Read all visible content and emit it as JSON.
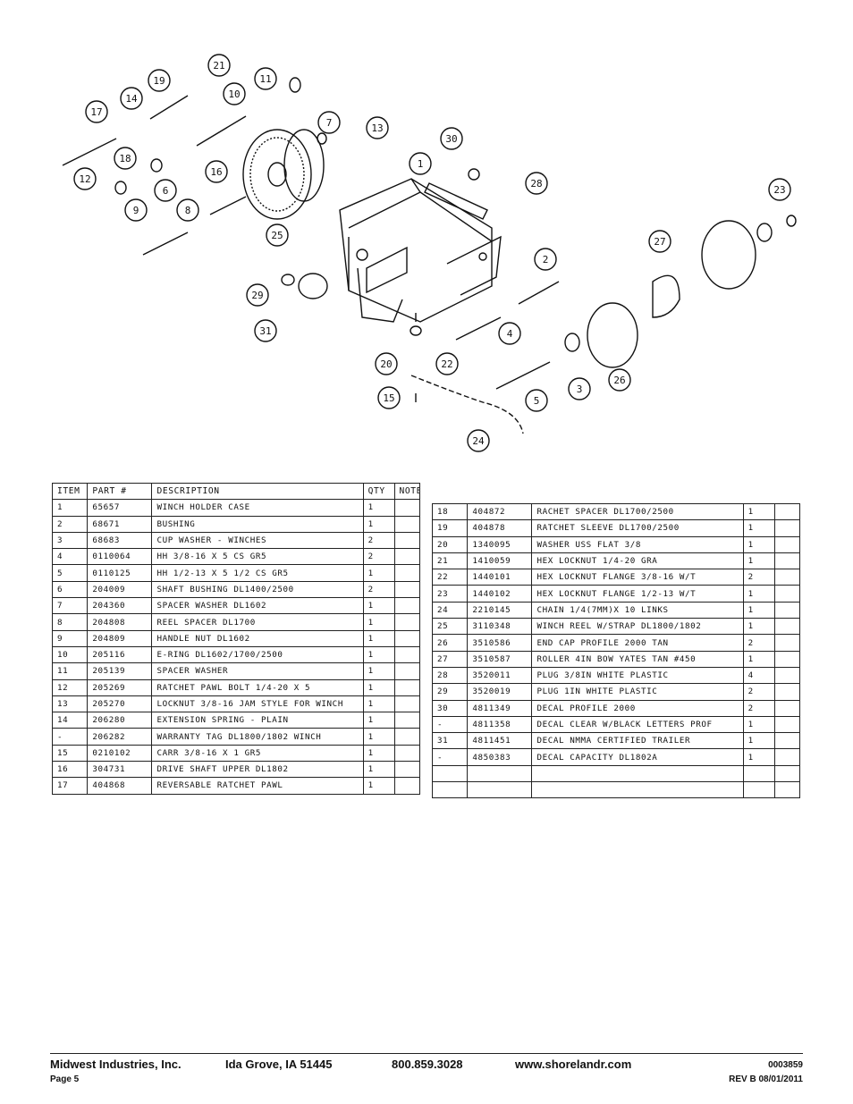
{
  "diagram": {
    "callouts": [
      "1",
      "2",
      "3",
      "4",
      "5",
      "6",
      "7",
      "8",
      "9",
      "10",
      "11",
      "12",
      "13",
      "14",
      "15",
      "16",
      "17",
      "18",
      "19",
      "20",
      "21",
      "22",
      "23",
      "24",
      "25",
      "26",
      "27",
      "28",
      "29",
      "30",
      "31"
    ]
  },
  "table_left": {
    "headers": [
      "ITEM",
      "PART #",
      "DESCRIPTION",
      "QTY",
      "NOTE"
    ],
    "rows": [
      [
        "1",
        "65657",
        "WINCH HOLDER CASE",
        "1",
        ""
      ],
      [
        "2",
        "68671",
        "BUSHING",
        "1",
        ""
      ],
      [
        "3",
        "68683",
        "CUP WASHER - WINCHES",
        "2",
        ""
      ],
      [
        "4",
        "0110064",
        "HH 3/8-16 X 5 CS GR5",
        "2",
        ""
      ],
      [
        "5",
        "0110125",
        "HH 1/2-13 X 5 1/2 CS GR5",
        "1",
        ""
      ],
      [
        "6",
        "204009",
        "SHAFT BUSHING  DL1400/2500",
        "2",
        ""
      ],
      [
        "7",
        "204360",
        "SPACER WASHER  DL1602",
        "1",
        ""
      ],
      [
        "8",
        "204808",
        "REEL SPACER  DL1700",
        "1",
        ""
      ],
      [
        "9",
        "204809",
        "HANDLE NUT  DL1602",
        "1",
        ""
      ],
      [
        "10",
        "205116",
        "E-RING DL1602/1700/2500",
        "1",
        ""
      ],
      [
        "11",
        "205139",
        "SPACER WASHER",
        "1",
        ""
      ],
      [
        "12",
        "205269",
        "RATCHET PAWL BOLT 1/4-20 X 5",
        "1",
        ""
      ],
      [
        "13",
        "205270",
        "LOCKNUT 3/8-16 JAM STYLE FOR WINCH",
        "1",
        ""
      ],
      [
        "14",
        "206280",
        "EXTENSION SPRING - PLAIN",
        "1",
        ""
      ],
      [
        "-",
        "206282",
        "WARRANTY TAG DL1800/1802 WINCH",
        "1",
        ""
      ],
      [
        "15",
        "0210102",
        "CARR 3/8-16 X 1 GR5",
        "1",
        ""
      ],
      [
        "16",
        "304731",
        "DRIVE SHAFT UPPER  DL1802",
        "1",
        ""
      ],
      [
        "17",
        "404868",
        "REVERSABLE RATCHET PAWL",
        "1",
        ""
      ]
    ]
  },
  "table_right": {
    "rows": [
      [
        "18",
        "404872",
        "RACHET SPACER  DL1700/2500",
        "1",
        ""
      ],
      [
        "19",
        "404878",
        "RATCHET SLEEVE  DL1700/2500",
        "1",
        ""
      ],
      [
        "20",
        "1340095",
        "WASHER USS FLAT 3/8",
        "1",
        ""
      ],
      [
        "21",
        "1410059",
        "HEX LOCKNUT 1/4-20 GRA",
        "1",
        ""
      ],
      [
        "22",
        "1440101",
        "HEX LOCKNUT FLANGE 3/8-16 W/T",
        "2",
        ""
      ],
      [
        "23",
        "1440102",
        "HEX LOCKNUT FLANGE 1/2-13 W/T",
        "1",
        ""
      ],
      [
        "24",
        "2210145",
        "CHAIN 1/4(7MM)X 10 LINKS",
        "1",
        ""
      ],
      [
        "25",
        "3110348",
        "WINCH REEL W/STRAP  DL1800/1802",
        "1",
        ""
      ],
      [
        "26",
        "3510586",
        "END CAP PROFILE 2000 TAN",
        "2",
        ""
      ],
      [
        "27",
        "3510587",
        "ROLLER 4IN BOW YATES TAN #450",
        "1",
        ""
      ],
      [
        "28",
        "3520011",
        "PLUG  3/8IN WHITE PLASTIC",
        "4",
        ""
      ],
      [
        "29",
        "3520019",
        "PLUG  1IN WHITE PLASTIC",
        "2",
        ""
      ],
      [
        "30",
        "4811349",
        "DECAL PROFILE 2000",
        "2",
        ""
      ],
      [
        "-",
        "4811358",
        "DECAL CLEAR W/BLACK LETTERS PROF",
        "1",
        ""
      ],
      [
        "31",
        "4811451",
        "DECAL NMMA CERTIFIED TRAILER",
        "1",
        ""
      ],
      [
        "-",
        "4850383",
        "DECAL CAPACITY DL1802A",
        "1",
        ""
      ],
      [
        "",
        "",
        "",
        "",
        ""
      ],
      [
        "",
        "",
        "",
        "",
        ""
      ]
    ]
  },
  "footer": {
    "company": "Midwest Industries, Inc.",
    "city": "Ida Grove, IA  51445",
    "phone": "800.859.3028",
    "website": "www.shorelandr.com",
    "doc_number": "0003859",
    "page": "Page 5",
    "revision": "REV B  08/01/2011"
  }
}
